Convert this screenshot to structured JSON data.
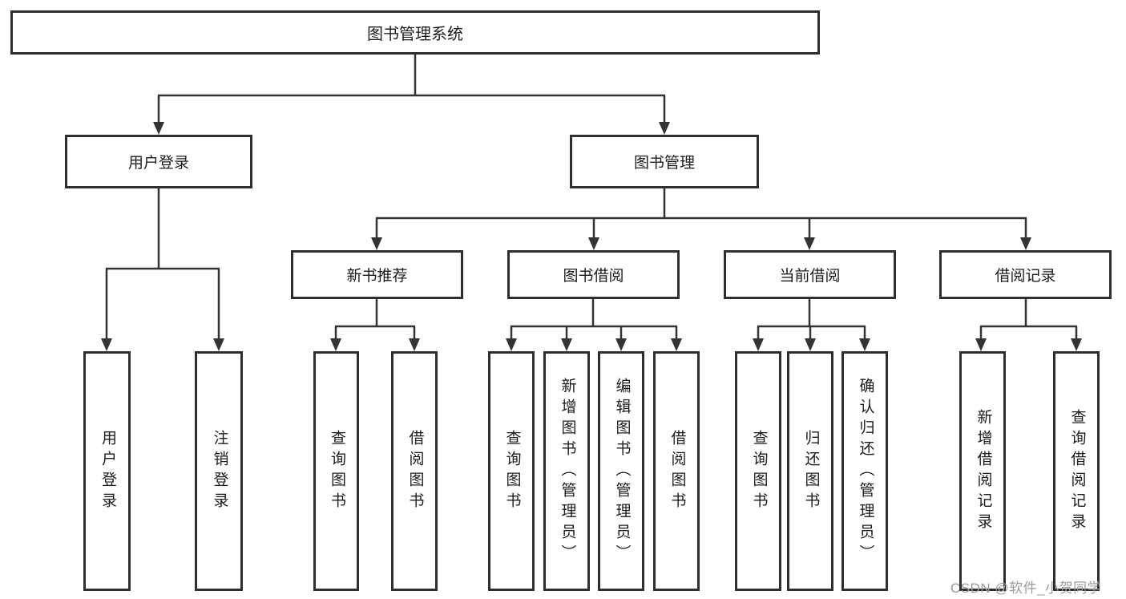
{
  "diagram": {
    "title": "图书管理系统",
    "branches": [
      {
        "label": "用户登录",
        "children": [
          "用户登录",
          "注销登录"
        ]
      },
      {
        "label": "图书管理",
        "groups": [
          {
            "label": "新书推荐",
            "children": [
              "查询图书",
              "借阅图书"
            ]
          },
          {
            "label": "图书借阅",
            "children": [
              "查询图书",
              "新增图书（管理员）",
              "编辑图书（管理员）",
              "借阅图书"
            ]
          },
          {
            "label": "当前借阅",
            "children": [
              "查询图书",
              "归还图书",
              "确认归还（管理员）"
            ]
          },
          {
            "label": "借阅记录",
            "children": [
              "新增借阅记录",
              "查询借阅记录"
            ]
          }
        ]
      }
    ],
    "colors": {
      "border": "#2e2e2e",
      "line": "#333333",
      "text": "#1c1c1c",
      "watermark": "#9b9b9b"
    }
  },
  "watermark": "CSDN @软件_小贺同学"
}
